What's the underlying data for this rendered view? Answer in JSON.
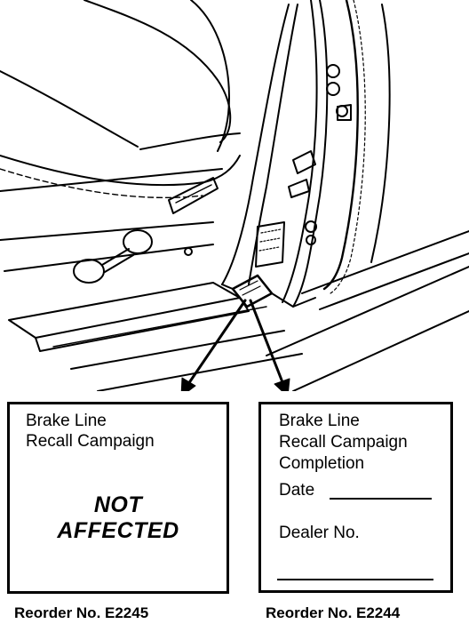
{
  "labels": {
    "left": {
      "line1": "Brake Line",
      "line2": "Recall Campaign",
      "status_line1": "NOT",
      "status_line2": "AFFECTED",
      "reorder": "Reorder No. E2245"
    },
    "right": {
      "line1": "Brake Line",
      "line2": "Recall Campaign",
      "line3": "Completion",
      "date_label": "Date",
      "dealer_label": "Dealer No.",
      "reorder": "Reorder No. E2244"
    }
  },
  "colors": {
    "ink": "#000000",
    "paper": "#ffffff"
  },
  "icons": [
    "vehicle-door-pillar-illustration",
    "arrow-left",
    "arrow-right"
  ]
}
